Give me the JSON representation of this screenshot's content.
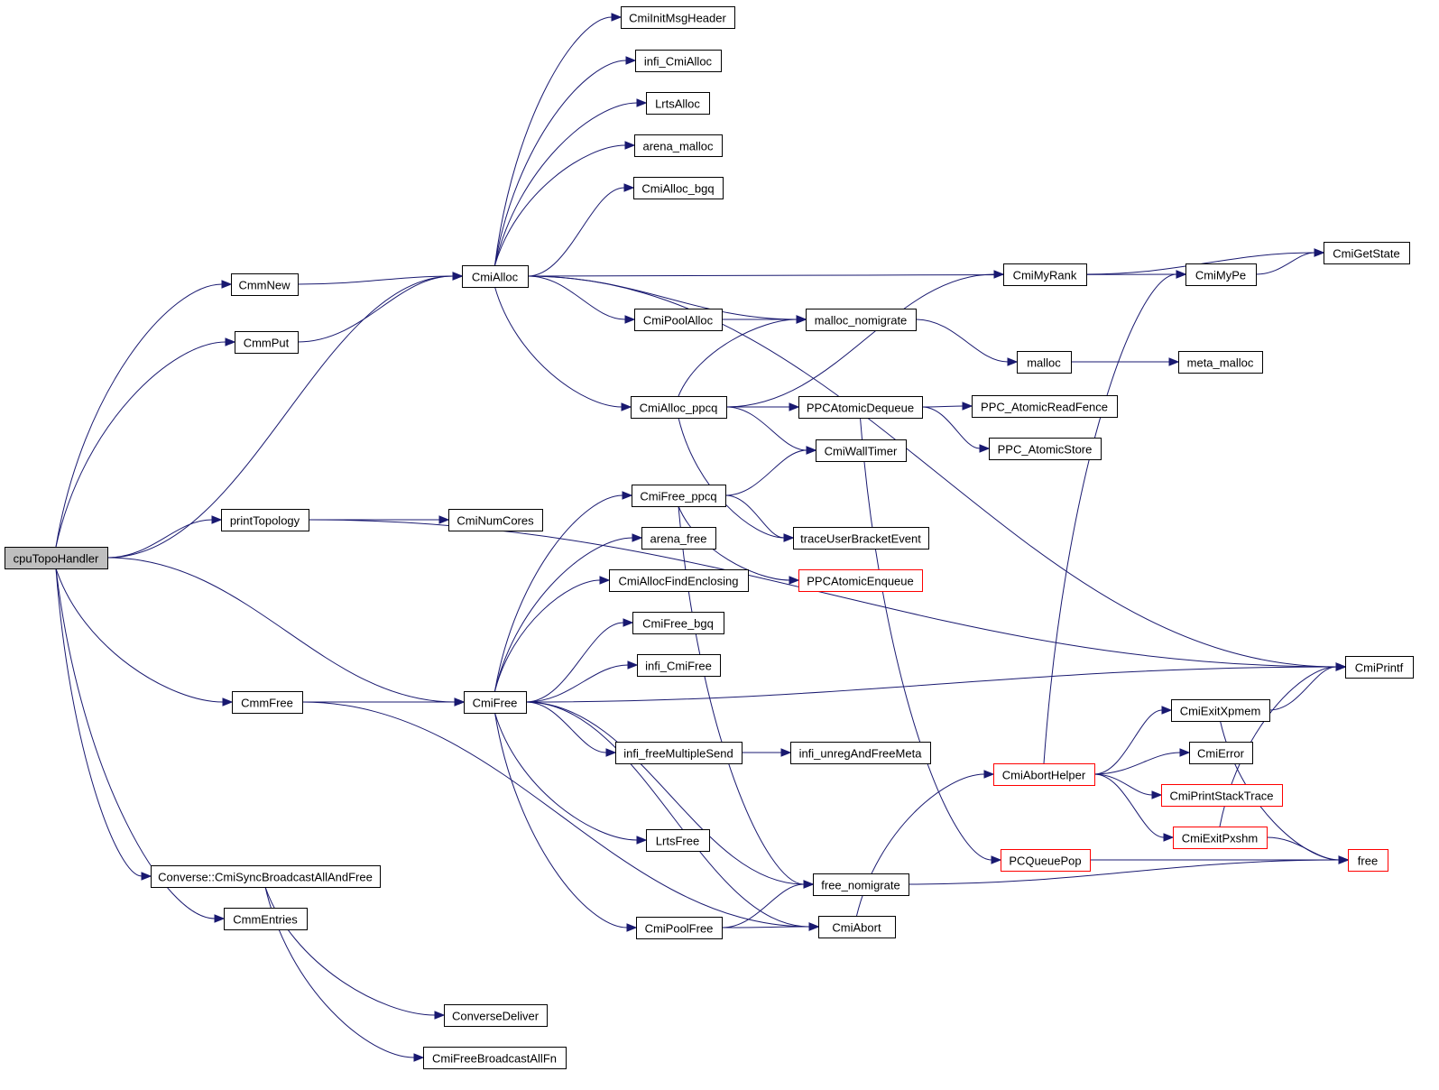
{
  "title": "cpuTopoHandler call graph",
  "colors": {
    "edge": "#191970",
    "node_border": "#000000",
    "truncated_border": "#ff0000",
    "root_fill": "#bfbfbf"
  },
  "nodes": {
    "cpuTopoHandler": "cpuTopoHandler",
    "CmmNew": "CmmNew",
    "CmmPut": "CmmPut",
    "printTopology": "printTopology",
    "CmmFree": "CmmFree",
    "CmiSyncBroadcastAllAndFree": "Converse::CmiSyncBroadcastAllAndFree",
    "CmmEntries": "CmmEntries",
    "CmiAlloc": "CmiAlloc",
    "CmiNumCores": "CmiNumCores",
    "CmiFree": "CmiFree",
    "ConverseDeliver": "ConverseDeliver",
    "CmiFreeBroadcastAllFn": "CmiFreeBroadcastAllFn",
    "CmiInitMsgHeader": "CmiInitMsgHeader",
    "infi_CmiAlloc": "infi_CmiAlloc",
    "LrtsAlloc": "LrtsAlloc",
    "arena_malloc": "arena_malloc",
    "CmiAlloc_bgq": "CmiAlloc_bgq",
    "CmiPoolAlloc": "CmiPoolAlloc",
    "CmiAlloc_ppcq": "CmiAlloc_ppcq",
    "CmiFree_ppcq": "CmiFree_ppcq",
    "arena_free": "arena_free",
    "CmiAllocFindEnclosing": "CmiAllocFindEnclosing",
    "CmiFree_bgq": "CmiFree_bgq",
    "infi_CmiFree": "infi_CmiFree",
    "infi_freeMultipleSend": "infi_freeMultipleSend",
    "LrtsFree": "LrtsFree",
    "CmiPoolFree": "CmiPoolFree",
    "malloc_nomigrate": "malloc_nomigrate",
    "PPCAtomicDequeue": "PPCAtomicDequeue",
    "CmiWallTimer": "CmiWallTimer",
    "traceUserBracketEvent": "traceUserBracketEvent",
    "PPCAtomicEnqueue": "PPCAtomicEnqueue",
    "infi_unregAndFreeMeta": "infi_unregAndFreeMeta",
    "free_nomigrate": "free_nomigrate",
    "CmiAbort": "CmiAbort",
    "CmiMyRank": "CmiMyRank",
    "malloc": "malloc",
    "PPC_AtomicReadFence": "PPC_AtomicReadFence",
    "PPC_AtomicStore": "PPC_AtomicStore",
    "CmiAbortHelper": "CmiAbortHelper",
    "PCQueuePop": "PCQueuePop",
    "CmiMyPe": "CmiMyPe",
    "meta_malloc": "meta_malloc",
    "CmiExitXpmem": "CmiExitXpmem",
    "CmiError": "CmiError",
    "CmiPrintStackTrace": "CmiPrintStackTrace",
    "CmiExitPxshm": "CmiExitPxshm",
    "CmiGetState": "CmiGetState",
    "CmiPrintf": "CmiPrintf",
    "free": "free"
  },
  "truncated_nodes": [
    "PPCAtomicEnqueue",
    "CmiAbortHelper",
    "PCQueuePop",
    "CmiPrintStackTrace",
    "CmiExitPxshm",
    "free"
  ],
  "edges": [
    [
      "cpuTopoHandler",
      "CmmNew"
    ],
    [
      "cpuTopoHandler",
      "CmmPut"
    ],
    [
      "cpuTopoHandler",
      "CmiAlloc"
    ],
    [
      "cpuTopoHandler",
      "printTopology"
    ],
    [
      "cpuTopoHandler",
      "CmmFree"
    ],
    [
      "cpuTopoHandler",
      "CmiFree"
    ],
    [
      "cpuTopoHandler",
      "CmiSyncBroadcastAllAndFree"
    ],
    [
      "cpuTopoHandler",
      "CmmEntries"
    ],
    [
      "CmmNew",
      "CmiAlloc"
    ],
    [
      "CmmPut",
      "CmiAlloc"
    ],
    [
      "printTopology",
      "CmiNumCores"
    ],
    [
      "printTopology",
      "CmiPrintf"
    ],
    [
      "CmmFree",
      "CmiFree"
    ],
    [
      "CmmFree",
      "CmiAbort"
    ],
    [
      "CmiSyncBroadcastAllAndFree",
      "ConverseDeliver"
    ],
    [
      "CmiSyncBroadcastAllAndFree",
      "CmiFreeBroadcastAllFn"
    ],
    [
      "CmiAlloc",
      "CmiInitMsgHeader"
    ],
    [
      "CmiAlloc",
      "infi_CmiAlloc"
    ],
    [
      "CmiAlloc",
      "LrtsAlloc"
    ],
    [
      "CmiAlloc",
      "arena_malloc"
    ],
    [
      "CmiAlloc",
      "CmiAlloc_bgq"
    ],
    [
      "CmiAlloc",
      "CmiMyPe"
    ],
    [
      "CmiAlloc",
      "CmiPrintf"
    ],
    [
      "CmiAlloc",
      "CmiPoolAlloc"
    ],
    [
      "CmiAlloc",
      "malloc_nomigrate"
    ],
    [
      "CmiAlloc",
      "CmiAlloc_ppcq"
    ],
    [
      "CmiPoolAlloc",
      "malloc_nomigrate"
    ],
    [
      "CmiAlloc_ppcq",
      "malloc_nomigrate"
    ],
    [
      "CmiAlloc_ppcq",
      "CmiMyRank"
    ],
    [
      "CmiAlloc_ppcq",
      "PPCAtomicDequeue"
    ],
    [
      "CmiAlloc_ppcq",
      "CmiWallTimer"
    ],
    [
      "CmiAlloc_ppcq",
      "traceUserBracketEvent"
    ],
    [
      "malloc_nomigrate",
      "malloc"
    ],
    [
      "malloc",
      "meta_malloc"
    ],
    [
      "PPCAtomicDequeue",
      "PPC_AtomicReadFence"
    ],
    [
      "PPCAtomicDequeue",
      "PPC_AtomicStore"
    ],
    [
      "PPCAtomicDequeue",
      "PCQueuePop"
    ],
    [
      "CmiFree",
      "CmiFree_ppcq"
    ],
    [
      "CmiFree",
      "arena_free"
    ],
    [
      "CmiFree",
      "CmiAllocFindEnclosing"
    ],
    [
      "CmiFree",
      "CmiFree_bgq"
    ],
    [
      "CmiFree",
      "infi_CmiFree"
    ],
    [
      "CmiFree",
      "CmiPrintf"
    ],
    [
      "CmiFree",
      "infi_freeMultipleSend"
    ],
    [
      "CmiFree",
      "LrtsFree"
    ],
    [
      "CmiFree",
      "free_nomigrate"
    ],
    [
      "CmiFree",
      "CmiPoolFree"
    ],
    [
      "CmiFree",
      "CmiAbort"
    ],
    [
      "CmiFree_ppcq",
      "CmiWallTimer"
    ],
    [
      "CmiFree_ppcq",
      "traceUserBracketEvent"
    ],
    [
      "CmiFree_ppcq",
      "PPCAtomicEnqueue"
    ],
    [
      "CmiFree_ppcq",
      "free_nomigrate"
    ],
    [
      "infi_freeMultipleSend",
      "infi_unregAndFreeMeta"
    ],
    [
      "CmiPoolFree",
      "free_nomigrate"
    ],
    [
      "CmiPoolFree",
      "CmiAbort"
    ],
    [
      "free_nomigrate",
      "free"
    ],
    [
      "CmiAbort",
      "CmiAbortHelper"
    ],
    [
      "CmiMyRank",
      "CmiGetState"
    ],
    [
      "CmiMyPe",
      "CmiGetState"
    ],
    [
      "CmiAbortHelper",
      "CmiMyPe"
    ],
    [
      "CmiAbortHelper",
      "CmiExitXpmem"
    ],
    [
      "CmiAbortHelper",
      "CmiError"
    ],
    [
      "CmiAbortHelper",
      "CmiPrintStackTrace"
    ],
    [
      "CmiAbortHelper",
      "CmiExitPxshm"
    ],
    [
      "PCQueuePop",
      "free"
    ],
    [
      "CmiExitXpmem",
      "CmiPrintf"
    ],
    [
      "CmiExitXpmem",
      "free"
    ],
    [
      "CmiExitPxshm",
      "CmiPrintf"
    ],
    [
      "CmiExitPxshm",
      "free"
    ]
  ]
}
